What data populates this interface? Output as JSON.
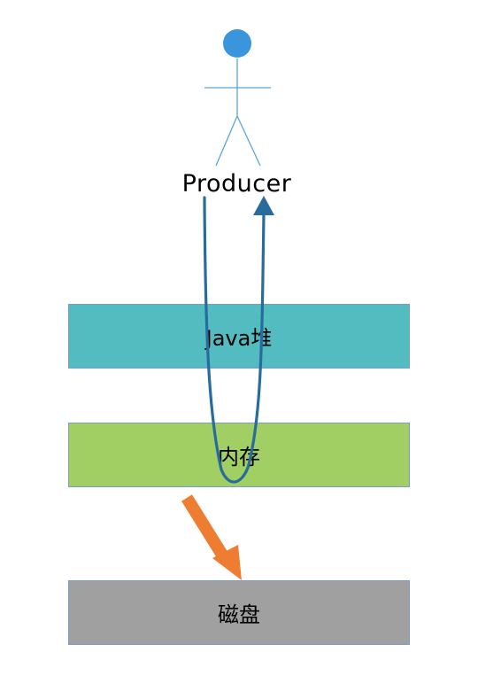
{
  "actor": {
    "label": "Producer"
  },
  "layers": {
    "heap": "Java堆",
    "memory": "内存",
    "disk": "磁盘"
  },
  "colors": {
    "actor": "#3a9ad9",
    "actor_head": "#3a95dc",
    "heap": "#52bcc0",
    "memory": "#a2cf63",
    "disk": "#a0a0a0",
    "write_path": "#276c9c",
    "flush_arrow": "#ee7d32"
  },
  "icons": {
    "actor": "stick-figure-icon",
    "write_return_loop": "u-turn-arrow-icon",
    "flush": "down-arrow-icon"
  }
}
